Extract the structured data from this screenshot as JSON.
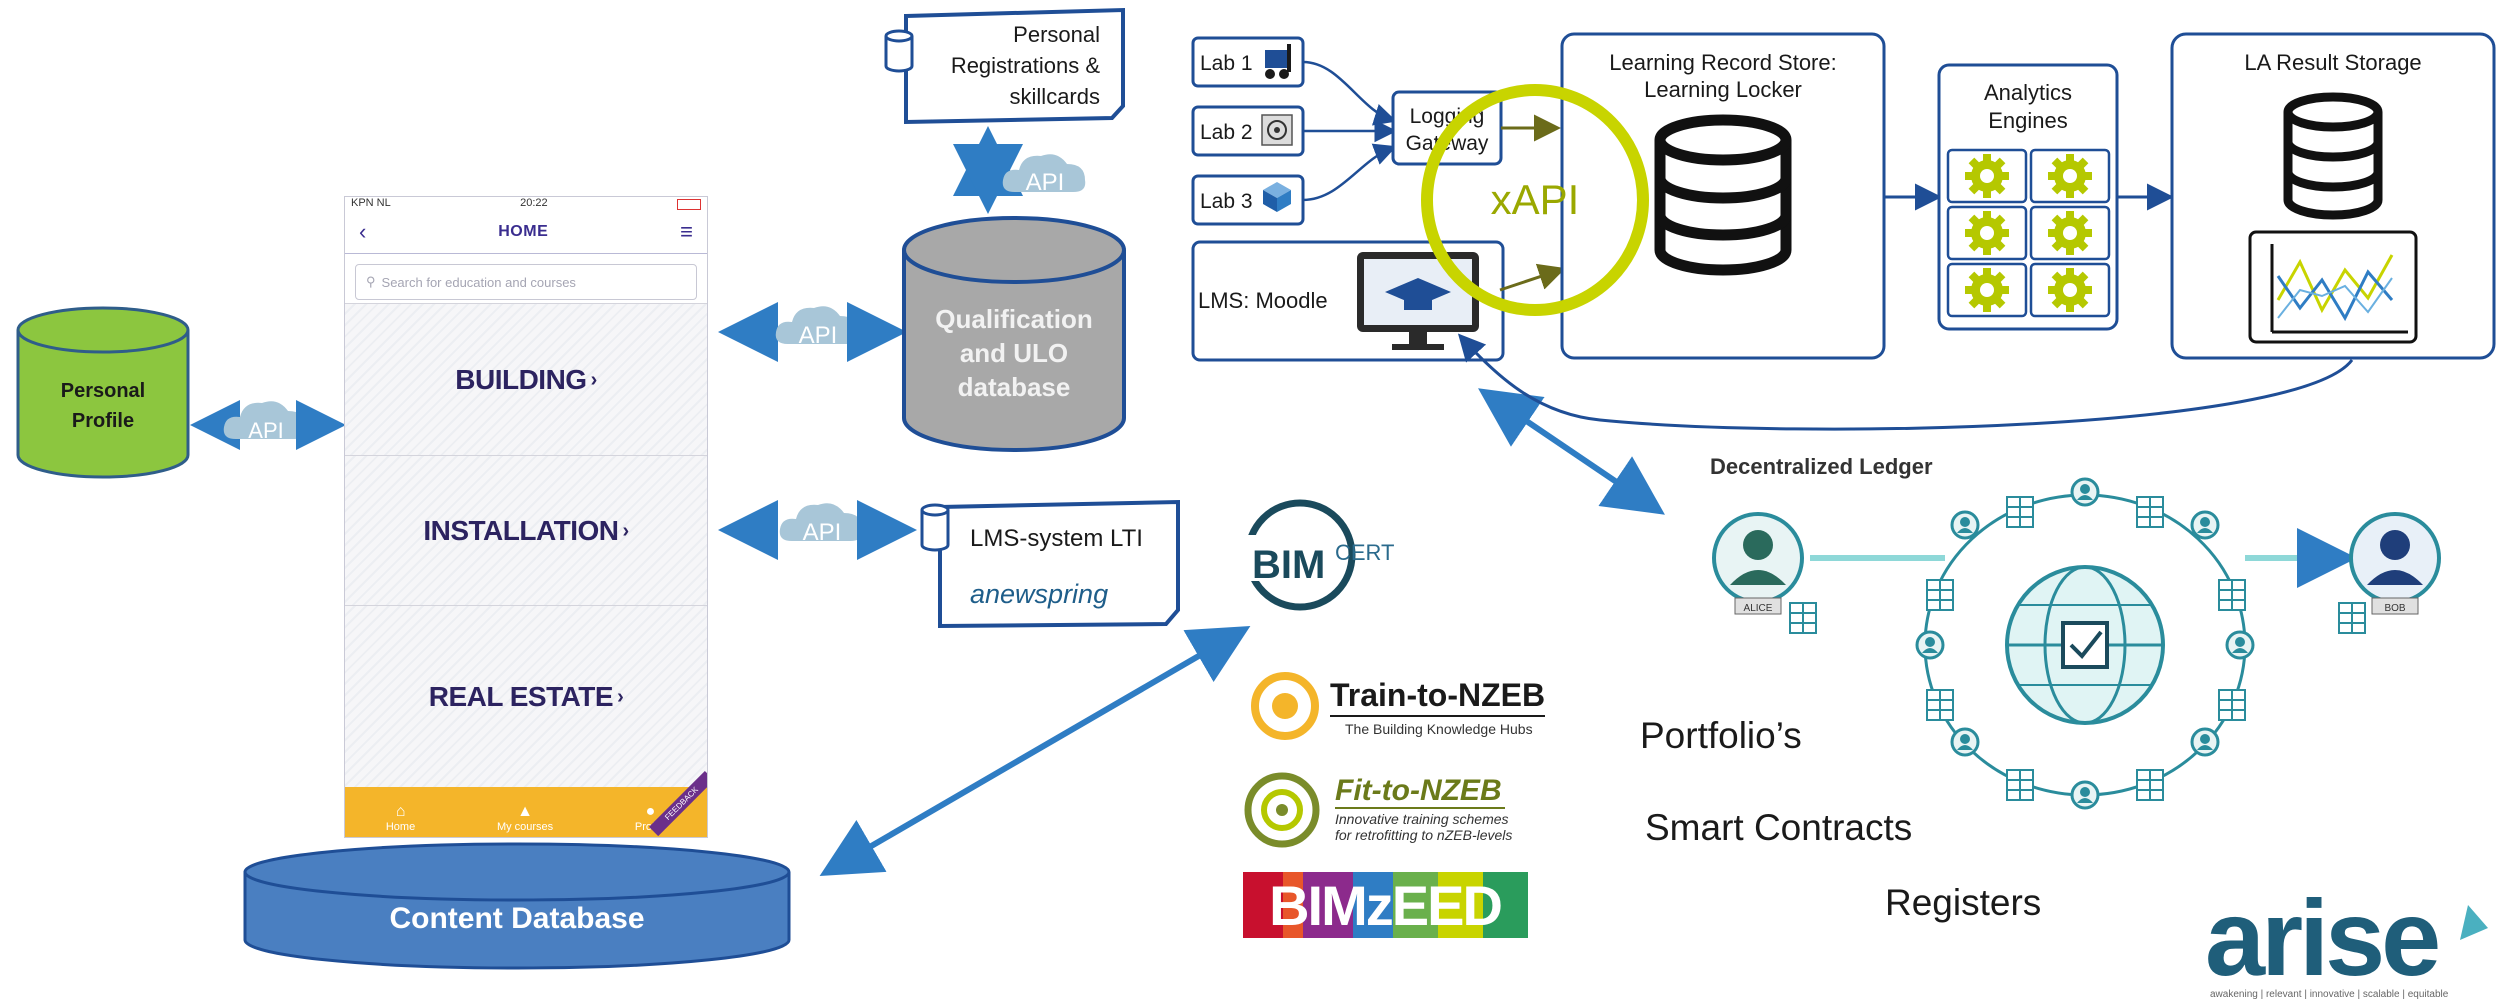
{
  "profile": {
    "label_line1": "Personal",
    "label_line2": "Profile"
  },
  "api_label": "API",
  "phone": {
    "carrier": "KPN NL",
    "time": "20:22",
    "title": "HOME",
    "search_placeholder": "Search for education and courses",
    "tiles": [
      "BUILDING",
      "INSTALLATION",
      "REAL ESTATE"
    ],
    "tabs": [
      "Home",
      "My courses",
      "Profile"
    ],
    "ribbon": "FEEDBACK",
    "back_icon": "chevron-left-icon",
    "menu_icon": "hamburger-icon"
  },
  "registrations": {
    "line1": "Personal",
    "line2": "Registrations &",
    "line3": "skillcards"
  },
  "qualification_db": {
    "line1": "Qualification",
    "line2": "and ULO",
    "line3": "database"
  },
  "lms_lti": {
    "title": "LMS-system LTI",
    "brand": "anewspring"
  },
  "content_db": {
    "label": "Content Database"
  },
  "labs": [
    "Lab 1",
    "Lab 2",
    "Lab 3"
  ],
  "logging_gateway": {
    "line1": "Logging",
    "line2": "Gateway"
  },
  "lms_moodle": {
    "label": "LMS: Moodle"
  },
  "xapi": "xAPI",
  "lrs": {
    "line1": "Learning Record Store:",
    "line2": "Learning Locker"
  },
  "analytics": {
    "line1": "Analytics",
    "line2": "Engines"
  },
  "la_result": {
    "label": "LA Result Storage"
  },
  "ledger": {
    "title": "Decentralized Ledger",
    "alice": "ALICE",
    "bob": "BOB"
  },
  "bimcert": {
    "main": "BIM",
    "sup": "CERT"
  },
  "train": {
    "title": "Train-to-NZEB",
    "sub": "The Building Knowledge Hubs"
  },
  "fit": {
    "title": "Fit-to-NZEB",
    "sub1": "Innovative training schemes",
    "sub2": "for retrofitting to nZEB-levels"
  },
  "bimzeed": "BIMzEED",
  "portfolio_items": [
    "Portfolio’s",
    "Smart Contracts",
    "Registers"
  ],
  "arise": {
    "logo": "arise",
    "tagline": "awakening | relevant | innovative | scalable | equitable"
  },
  "colors": {
    "blue_arrow": "#2f7dc4",
    "dark_blue": "#1f4e96",
    "green_db": "#8cc63f",
    "grey_db": "#a8a8a8",
    "content_db": "#4a7fc1",
    "xapi_ring": "#c8d400",
    "gear": "#b5c800",
    "api_cloud": "#a8c6d8",
    "teal": "#2a8c9c"
  }
}
